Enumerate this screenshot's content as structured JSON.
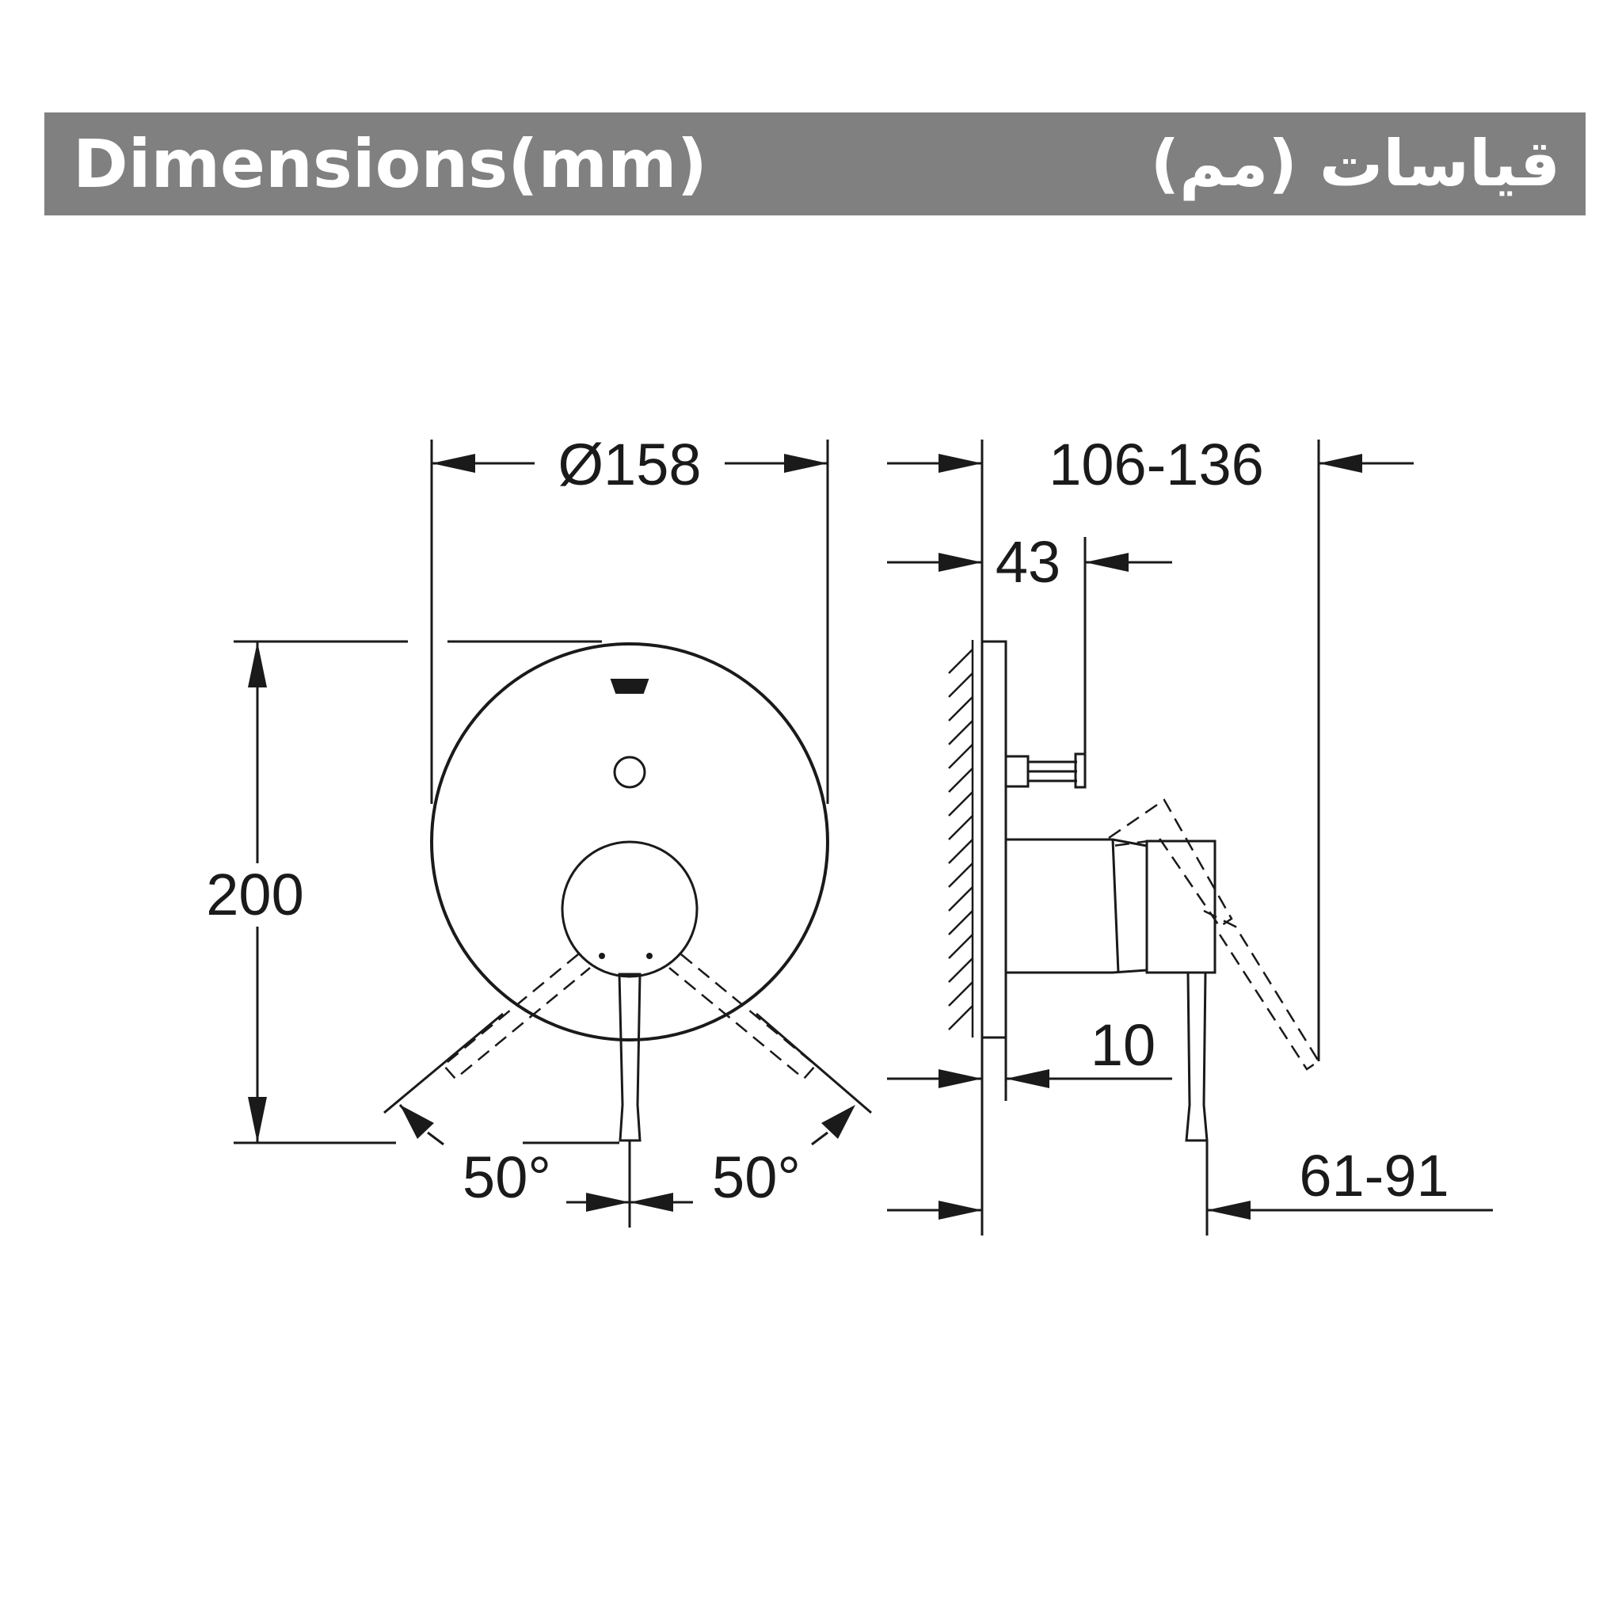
{
  "header": {
    "title_en": "Dimensions(mm)",
    "title_ar": "قياسات (مم)"
  },
  "dimensions": {
    "diameter": "Ø158",
    "height": "200",
    "depth_range": "106-136",
    "depth_43": "43",
    "plate_10": "10",
    "lever_range": "61-91",
    "angle_left": "50°",
    "angle_right": "50°"
  }
}
